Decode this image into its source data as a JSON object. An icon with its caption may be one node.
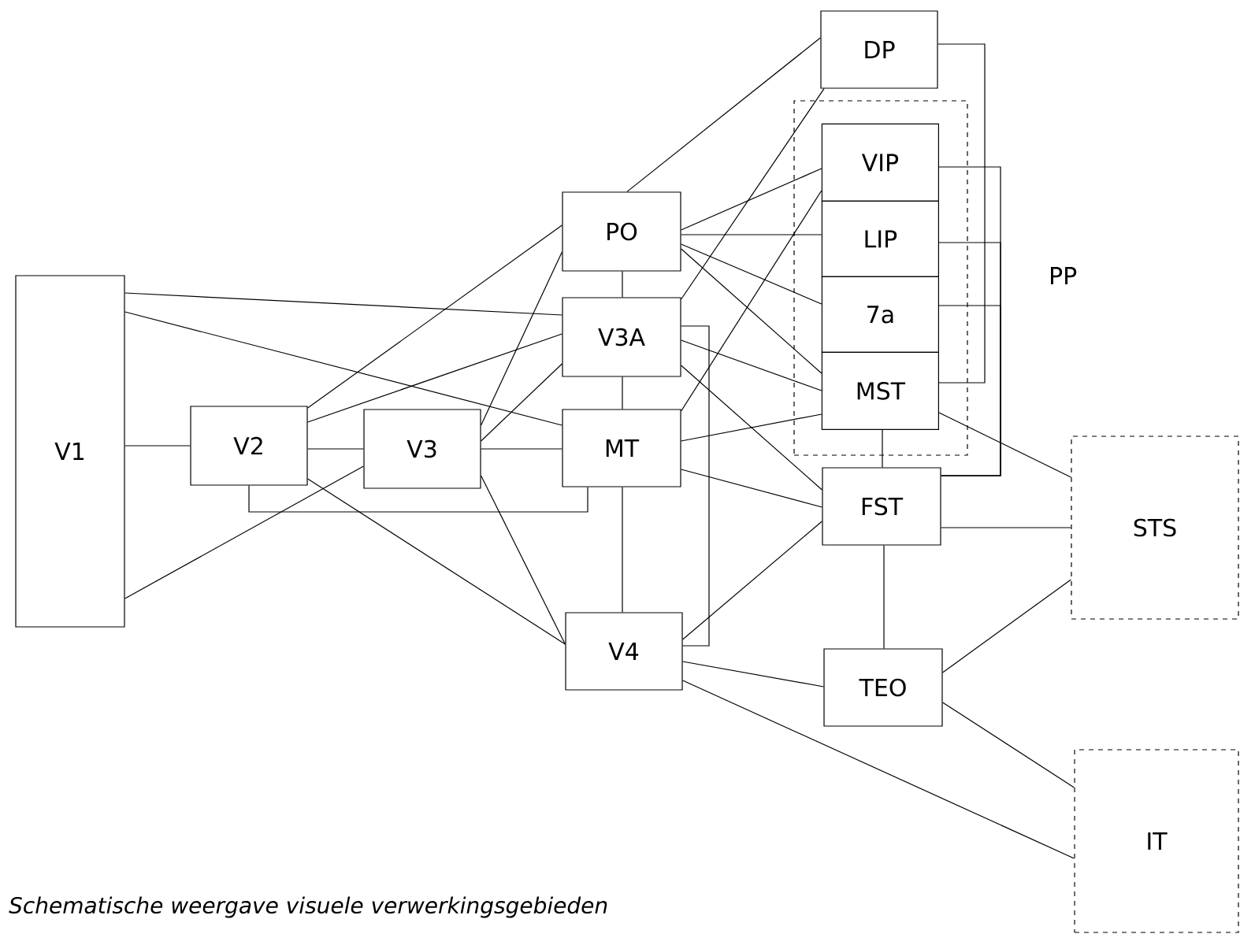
{
  "diagram": {
    "caption": "Schematische weergave visuele verwerkingsgebieden",
    "nodes": [
      {
        "text": [
          "V1"
        ]
      },
      {
        "text": [
          "V2"
        ]
      },
      {
        "text": [
          "V3"
        ]
      },
      {
        "text": [
          "PO"
        ]
      },
      {
        "text": [
          "V3A"
        ]
      },
      {
        "text": [
          "MT"
        ]
      },
      {
        "text": [
          "V4"
        ]
      },
      {
        "text": [
          "DP"
        ]
      },
      {
        "text": [
          "PP"
        ]
      },
      {
        "text": [
          "VIP"
        ],
        "in": 8
      },
      {
        "text": [
          "LIP"
        ],
        "in": 8
      },
      {
        "text": [
          "7a"
        ],
        "in": 8
      },
      {
        "text": [
          "MST"
        ],
        "in": 8
      },
      {
        "text": [
          "FST"
        ]
      },
      {
        "text": [
          "TEO"
        ]
      },
      {
        "text": [
          "STS"
        ]
      },
      {
        "text": [
          "IT"
        ]
      }
    ],
    "edges": [
      {
        "from": 0,
        "to": 1,
        "arrow": "none"
      },
      {
        "from": 0,
        "to": 4,
        "arrow": "none"
      },
      {
        "from": 0,
        "to": 5,
        "arrow": "none"
      },
      {
        "from": 0,
        "to": 2,
        "arrow": "none"
      },
      {
        "from": 1,
        "to": 3,
        "arrow": "none"
      },
      {
        "from": 1,
        "to": 4,
        "arrow": "none"
      },
      {
        "from": 1,
        "to": 2,
        "arrow": "none"
      },
      {
        "from": 1,
        "to": 6,
        "arrow": "none"
      },
      {
        "from": 1,
        "to": 5,
        "arrow": "none"
      },
      {
        "from": 2,
        "to": 3,
        "arrow": "none"
      },
      {
        "from": 2,
        "to": 4,
        "arrow": "none"
      },
      {
        "from": 2,
        "to": 5,
        "arrow": "none"
      },
      {
        "from": 2,
        "to": 6,
        "arrow": "none"
      },
      {
        "from": 3,
        "to": 4,
        "arrow": "none"
      },
      {
        "from": 3,
        "to": 7,
        "arrow": "none"
      },
      {
        "from": 3,
        "to": 9,
        "arrow": "none"
      },
      {
        "from": 3,
        "to": 10,
        "arrow": "none"
      },
      {
        "from": 3,
        "to": 11,
        "arrow": "none"
      },
      {
        "from": 3,
        "to": 12,
        "arrow": "none"
      },
      {
        "from": 4,
        "to": 5,
        "arrow": "none"
      },
      {
        "from": 4,
        "to": 7,
        "arrow": "none"
      },
      {
        "from": 4,
        "to": 12,
        "arrow": "none"
      },
      {
        "from": 4,
        "to": 13,
        "arrow": "none"
      },
      {
        "from": 4,
        "to": 6,
        "arrow": "none"
      },
      {
        "from": 5,
        "to": 9,
        "arrow": "none"
      },
      {
        "from": 5,
        "to": 12,
        "arrow": "none"
      },
      {
        "from": 5,
        "to": 13,
        "arrow": "none"
      },
      {
        "from": 5,
        "to": 6,
        "arrow": "none"
      },
      {
        "from": 7,
        "to": 12,
        "arrow": "none"
      },
      {
        "from": 9,
        "to": 13,
        "arrow": "none"
      },
      {
        "from": 10,
        "to": 13,
        "arrow": "none"
      },
      {
        "from": 11,
        "to": 13,
        "arrow": "none"
      },
      {
        "from": 12,
        "to": 13,
        "arrow": "none"
      },
      {
        "from": 12,
        "to": 15,
        "arrow": "none"
      },
      {
        "from": 13,
        "to": 15,
        "arrow": "none"
      },
      {
        "from": 13,
        "to": 14,
        "arrow": "none"
      },
      {
        "from": 6,
        "to": 13,
        "arrow": "none"
      },
      {
        "from": 6,
        "to": 14,
        "arrow": "none"
      },
      {
        "from": 6,
        "to": 16,
        "arrow": "none"
      },
      {
        "from": 14,
        "to": 15,
        "arrow": "none"
      },
      {
        "from": 14,
        "to": 16,
        "arrow": "none"
      }
    ]
  }
}
